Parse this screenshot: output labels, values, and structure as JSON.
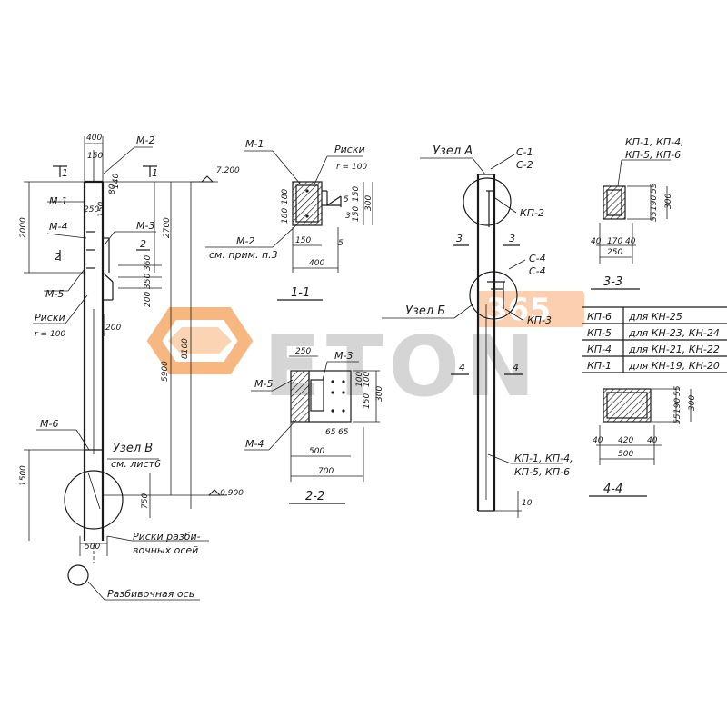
{
  "watermark": {
    "brand": "ETON",
    "badge": "365",
    "colors": {
      "mark": "#f5a057",
      "text": "#c8c8c8",
      "badge": "#f58a3c"
    }
  },
  "column_elevation": {
    "dims": {
      "top_width": "400",
      "d150": "150",
      "d250": "250",
      "d150b": "150",
      "d140": "140",
      "d80": "80",
      "d2000": "2000",
      "d200_350_360": "200 350 360",
      "d200": "200",
      "d5900": "5900",
      "d8100": "8100",
      "d2700": "2700",
      "d1500": "1500",
      "d750": "750",
      "d500": "500"
    },
    "labels": {
      "m2": "М-2",
      "m1": "М-1",
      "m4": "М-4",
      "m3": "М-3",
      "m5": "М-5",
      "m6": "М-6",
      "riski": "Риски",
      "r100": "r = 100",
      "uzel_v": "Узел В",
      "see_sheet": "см. лист6",
      "axis_risks_1": "Риски разби-",
      "axis_risks_2": "вочных осей",
      "axis": "Разбивочная ось"
    },
    "section_marks": {
      "s1a": "1",
      "s1b": "1",
      "s2a": "2",
      "s2b": "2"
    },
    "elevations": {
      "top": "7.200",
      "bottom": "- 0.900"
    }
  },
  "section_1_1": {
    "title": "1-1",
    "labels": {
      "m1": "М-1",
      "riski": "Риски",
      "r100": "r = 100",
      "m2": "М-2",
      "note": "см. прим. п.3"
    },
    "dims": {
      "d180a": "180",
      "d180b": "180",
      "d5a": "5",
      "d150a": "150",
      "d150b": "150",
      "d300": "300",
      "d3": "3",
      "d5b": "5",
      "d150c": "150",
      "d400": "400"
    }
  },
  "section_2_2": {
    "title": "2-2",
    "labels": {
      "m5": "М-5",
      "m3": "М-3",
      "m4": "М-4"
    },
    "dims": {
      "d250": "250",
      "d100a": "100",
      "d100b": "100",
      "d150": "150",
      "d300": "300",
      "d65a": "65",
      "d65b": "65",
      "d500": "500",
      "d700": "700"
    }
  },
  "frame_elevation": {
    "labels": {
      "uzel_a": "Узел А",
      "uzel_b": "Узел Б",
      "c1": "С-1",
      "c2": "С-2",
      "kp2": "КП-2",
      "c4a": "С-4",
      "c4b": "С-4",
      "kp3": "КП-3",
      "kp_list1": "КП-1, КП-4,",
      "kp_list2": "КП-5, КП-6"
    },
    "section_marks": {
      "s3a": "3",
      "s3b": "3",
      "s4a": "4",
      "s4b": "4"
    },
    "dims": {
      "d10": "10"
    }
  },
  "section_3_3": {
    "title": "3-3",
    "labels": {
      "kp_list1": "КП-1, КП-4,",
      "kp_list2": "КП-5, КП-6"
    },
    "dims": {
      "d55a": "55",
      "d190": "190",
      "d55b": "55",
      "d300": "300",
      "d40a": "40",
      "d170": "170",
      "d40b": "40",
      "d250": "250"
    }
  },
  "plate_table": {
    "rows": [
      {
        "plate": "КП-6",
        "for": "для КН-25"
      },
      {
        "plate": "КП-5",
        "for": "для КН-23, КН-24"
      },
      {
        "plate": "КП-4",
        "for": "для КН-21, КН-22"
      },
      {
        "plate": "КП-1",
        "for": "для КН-19, КН-20"
      }
    ]
  },
  "section_4_4": {
    "title": "4-4",
    "dims": {
      "d55a": "55",
      "d190": "190",
      "d55b": "55",
      "d300": "300",
      "d40a": "40",
      "d420": "420",
      "d40b": "40",
      "d500": "500"
    }
  }
}
